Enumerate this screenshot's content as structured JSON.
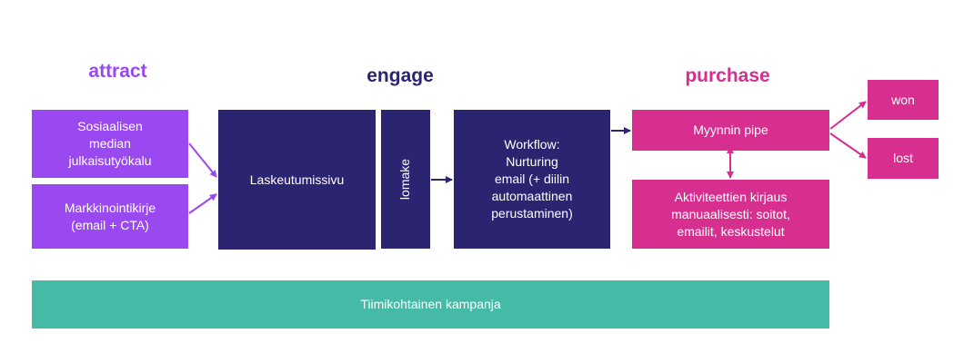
{
  "stages": {
    "attract": "attract",
    "engage": "engage",
    "purchase": "purchase"
  },
  "boxes": {
    "social": "Sosiaalisen\nmedian\njulkaisutyökalu",
    "newsletter": "Markkinointikirje\n(email + CTA)",
    "landing": "Laskeutumissivu",
    "form": "lomake",
    "workflow": "Workflow:\nNurturing\nemail (+ diilin\nautomaattinen\nperustaminen)",
    "pipe": "Myynnin pipe",
    "activity": "Aktiviteettien kirjaus\nmanuaalisesti: soitot,\nemailit, keskustelut",
    "won": "won",
    "lost": "lost",
    "campaign": "Tiimikohtainen kampanja"
  },
  "colors": {
    "attract": "#9a49f0",
    "engage": "#2b2471",
    "purchase": "#d62f8f",
    "campaign": "#45bba7"
  }
}
